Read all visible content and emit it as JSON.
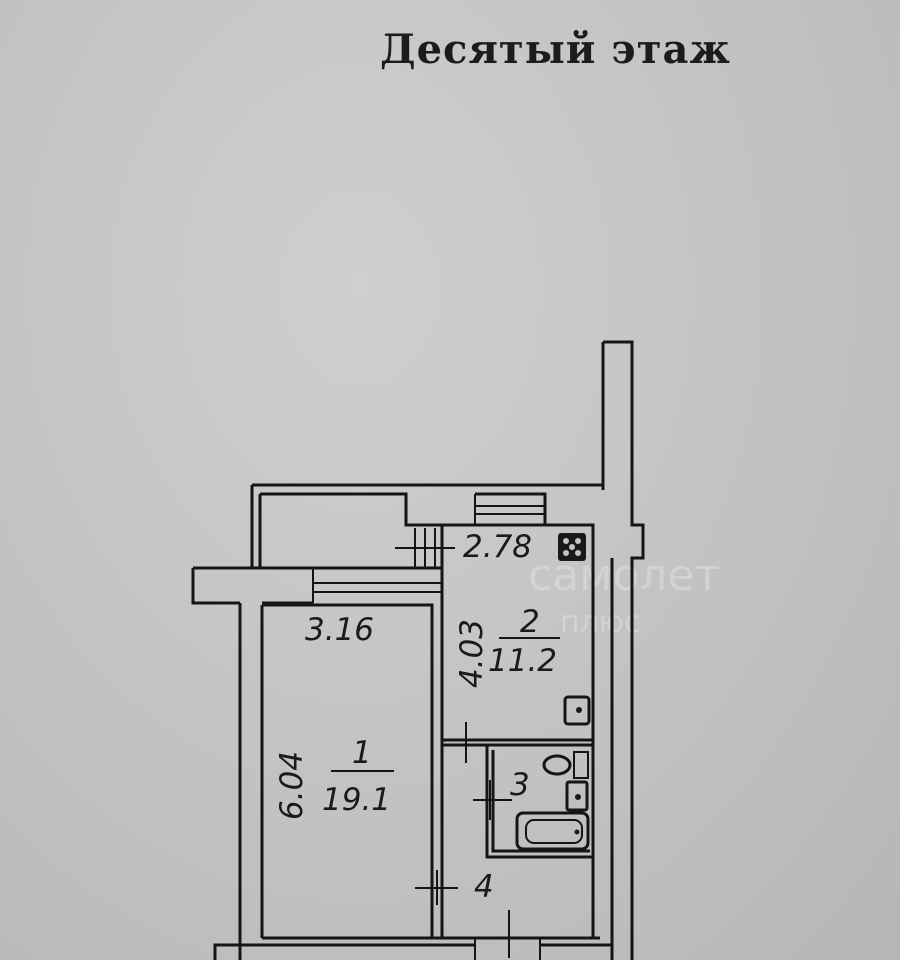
{
  "title": "Десятый этаж",
  "watermark": {
    "line1": "самолет",
    "line2": "плюс"
  },
  "rooms": [
    {
      "number": "1",
      "area": "19.1",
      "width": "3.16",
      "length": "6.04"
    },
    {
      "number": "2",
      "area": "11.2",
      "width": "2.78",
      "length": "4.03"
    },
    {
      "number": "3"
    },
    {
      "number": "4"
    }
  ],
  "fixtures": [
    "stove-icon",
    "sink-icon",
    "toilet-icon",
    "washbasin-icon",
    "bathtub-icon"
  ]
}
